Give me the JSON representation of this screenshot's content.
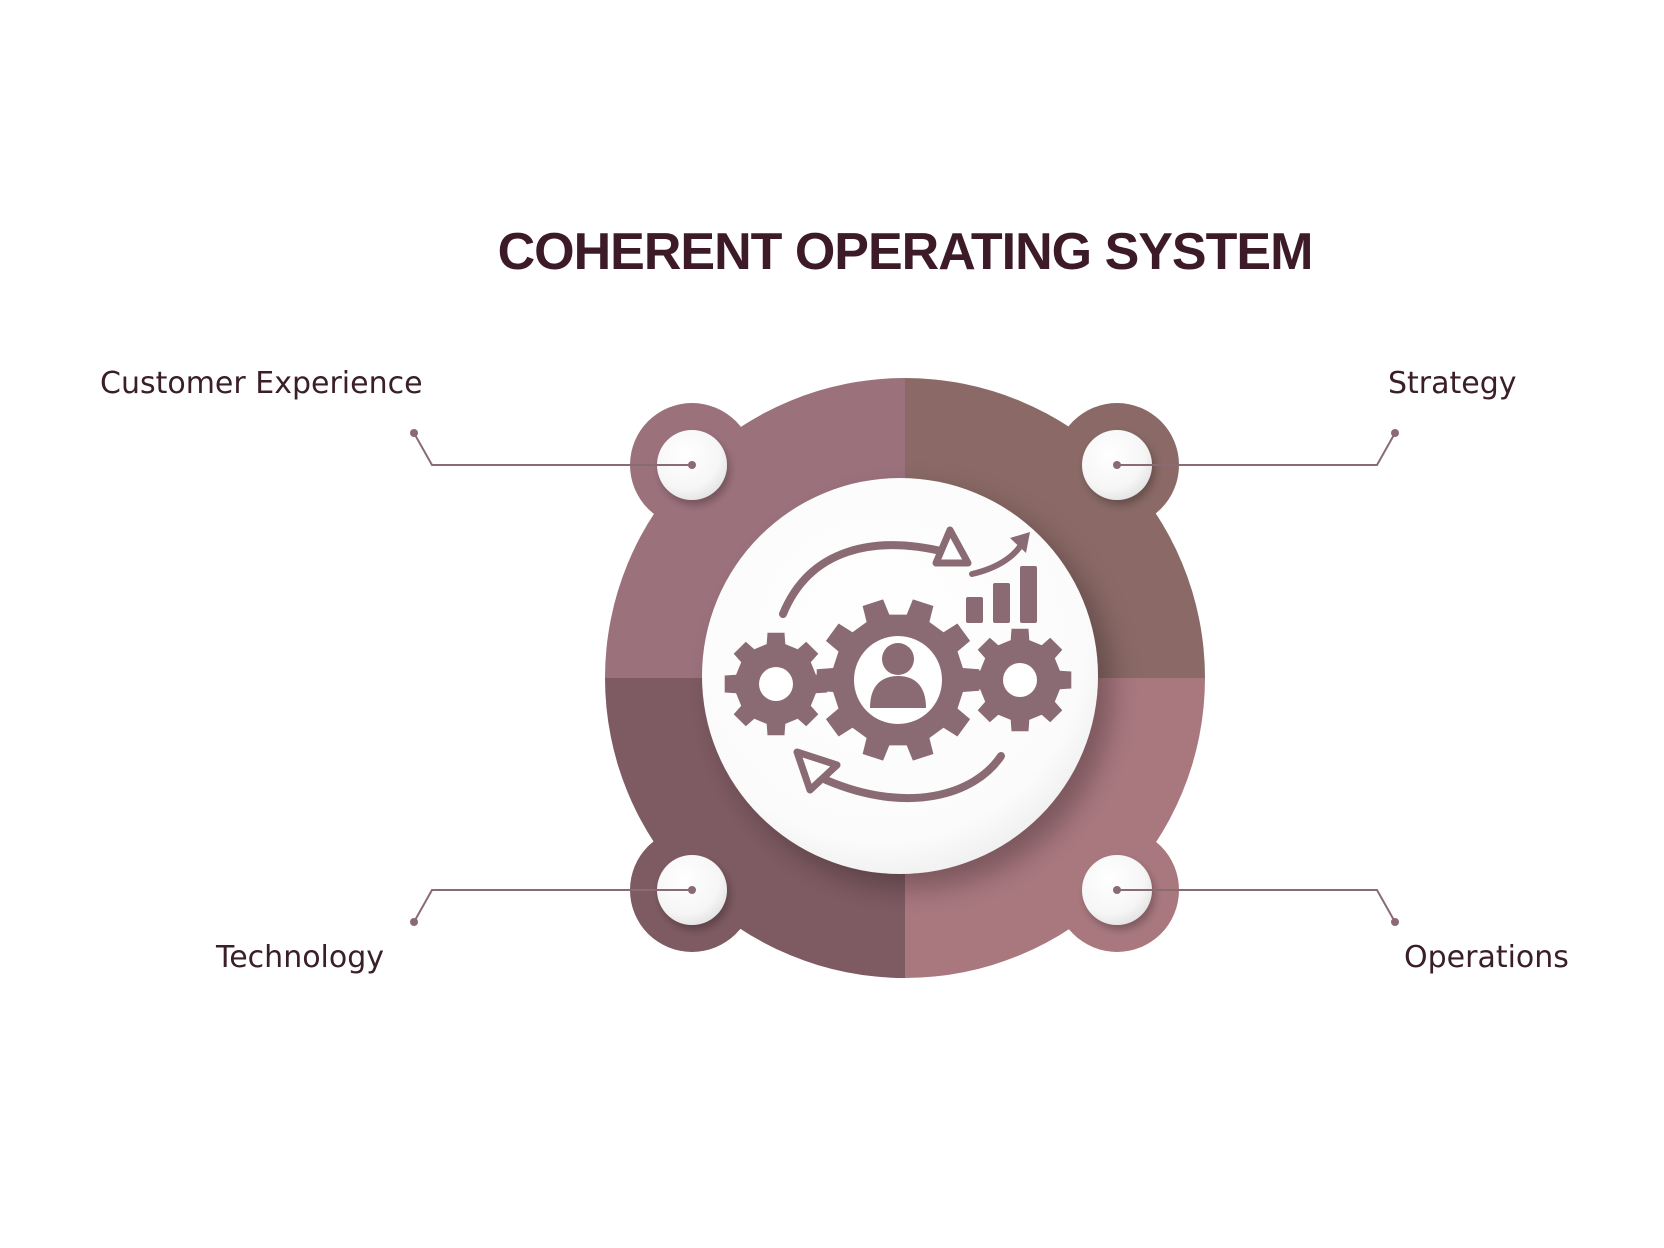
{
  "title": "COHERENT OPERATING SYSTEM",
  "segments": [
    {
      "label": "Customer Experience",
      "color": "#9b717c",
      "position": "top-left"
    },
    {
      "label": "Strategy",
      "color": "#8a6966",
      "position": "top-right"
    },
    {
      "label": "Technology",
      "color": "#7e5a62",
      "position": "bottom-left"
    },
    {
      "label": "Operations",
      "color": "#a9787f",
      "position": "bottom-right"
    }
  ],
  "colors": {
    "title": "#3d1a28",
    "label": "#3a1e2a",
    "icon": "#8b6b73",
    "connector": "#8b6b73",
    "center": "#ffffff"
  },
  "center_icon": "gears-with-person-cycle-growth-icon"
}
